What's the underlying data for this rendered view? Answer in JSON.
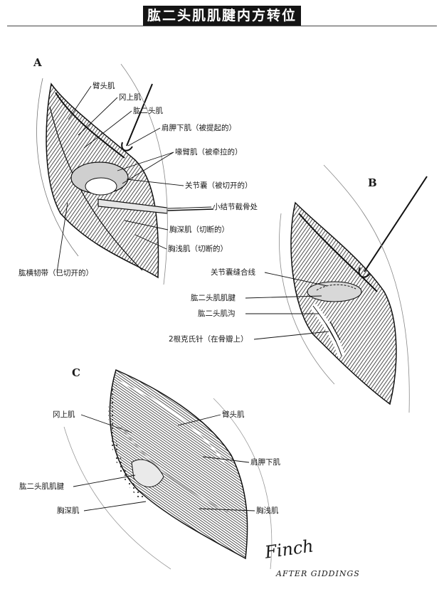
{
  "title": "肱二头肌肌腱内方转位",
  "panels": {
    "a": {
      "letter": "A",
      "labels": {
        "biceps_long_head_label": "臂头肌",
        "supraspinatus": "冈上肌",
        "biceps": "肱二头肌",
        "subscapularis": "肩胛下肌（被提起的）",
        "coracobrachialis": "喙臂肌（被牵拉的）",
        "joint_capsule": "关节囊（被切开的）",
        "lesser_tubercle": "小结节截骨处",
        "pectoralis_profundus": "胸深肌（切断的）",
        "pectoralis_superficialis": "胸浅肌（切断的）",
        "transverse_humeral_ligament": "肱横韧带（已切开的）"
      }
    },
    "b": {
      "letter": "B",
      "labels": {
        "capsule_suture_line": "关节囊缝合线",
        "biceps_tendon": "肱二头肌肌腱",
        "biceps_groove": "肱二头肌沟",
        "k_wires": "2根克氏针（在骨瓣上）"
      }
    },
    "c": {
      "letter": "C",
      "labels": {
        "supraspinatus": "冈上肌",
        "biceps_long_head_label": "臂头肌",
        "subscapularis": "肩胛下肌",
        "biceps_tendon": "肱二头肌肌腱",
        "pectoralis_profundus": "胸深肌",
        "pectoralis_superficialis": "胸浅肌"
      }
    }
  },
  "signature": {
    "name": "Finch",
    "credit": "AFTER GIDDINGS"
  }
}
